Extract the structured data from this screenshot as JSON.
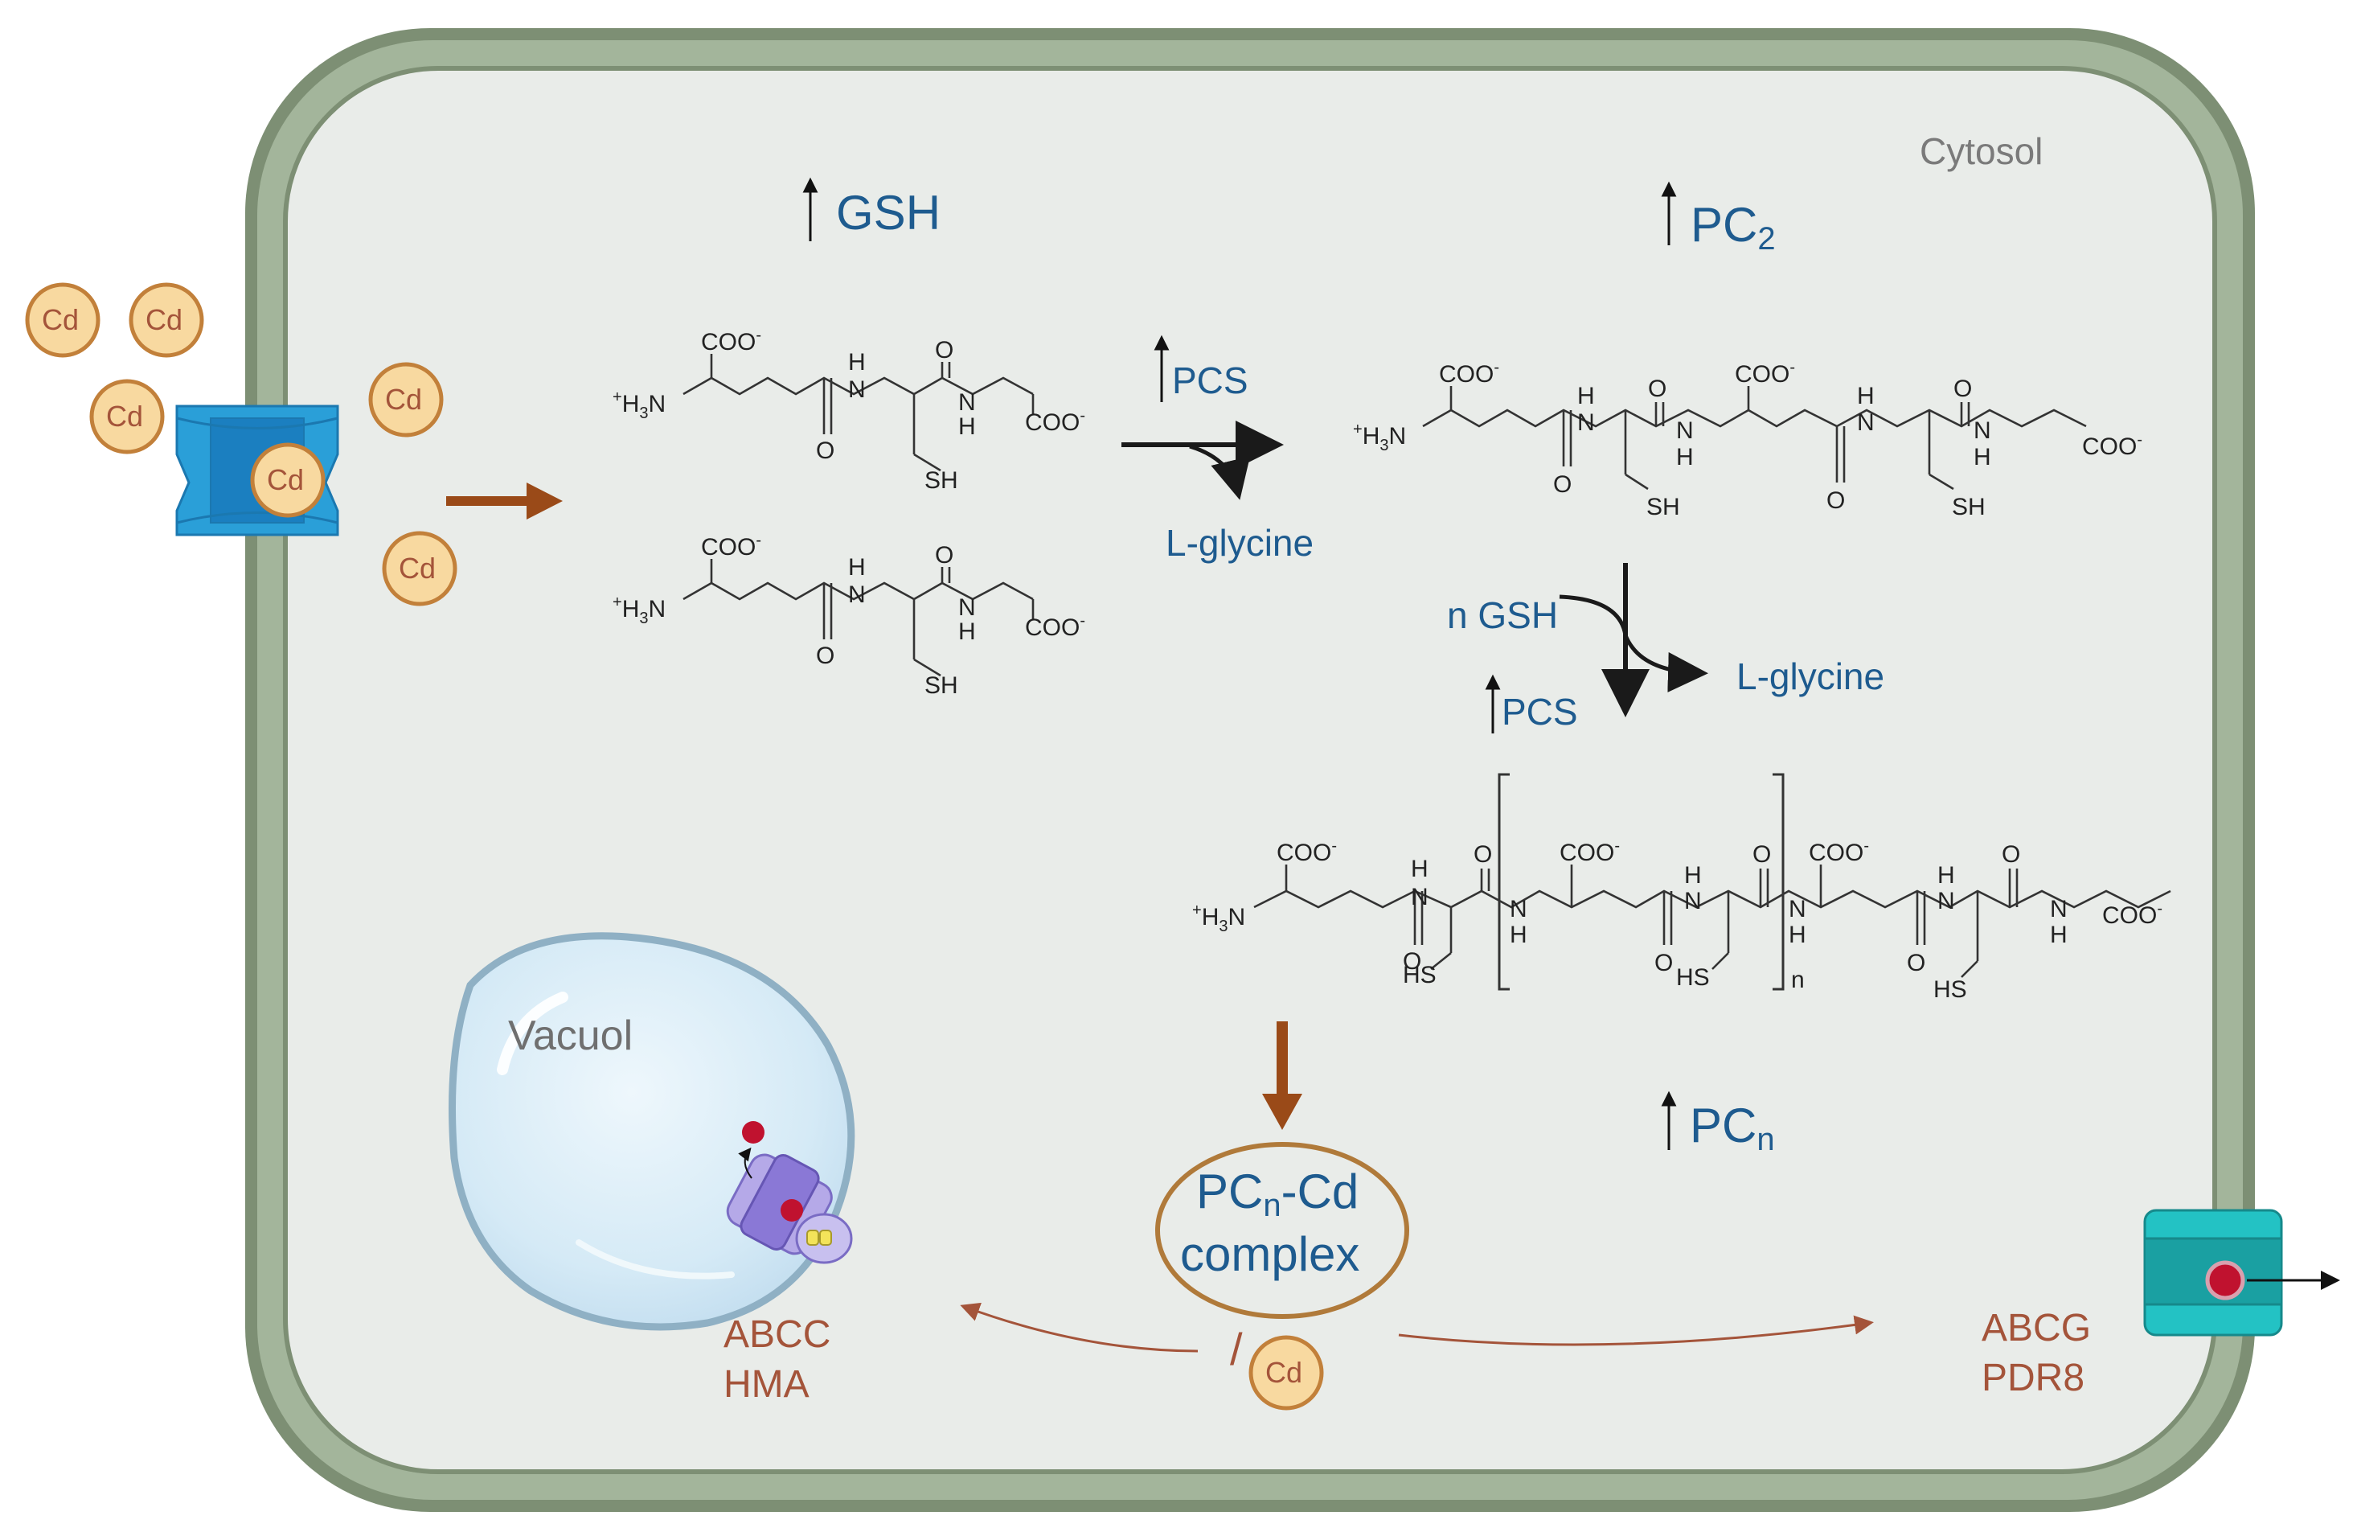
{
  "labels": {
    "cytosol": "Cytosol",
    "gsh": "GSH",
    "pc2_base": "PC",
    "pc2_sub": "2",
    "pcn_base": "PC",
    "pcn_sub": "n",
    "pcs_top": "PCS",
    "pcs_mid": "PCS",
    "lglycine_top": "L-glycine",
    "lglycine_mid": "L-glycine",
    "n_gsh": "n GSH",
    "vacuol": "Vacuol",
    "abcc": "ABCC",
    "hma": "HMA",
    "abcg": "ABCG",
    "pdr8": "PDR8",
    "complex_pc": "PC",
    "complex_sub": "n",
    "complex_cd": "-Cd",
    "complex_line2": "complex",
    "slash": "/"
  },
  "cd_ion": "Cd",
  "chem": {
    "coo": "COO",
    "minus": "-",
    "h3n_plus": "+",
    "h3n": "H",
    "h3n_sub": "3",
    "h3n_n": "N",
    "nh_h": "H",
    "nh_n": "N",
    "o": "O",
    "sh": "SH",
    "hs": "HS",
    "repeat_n": "n"
  },
  "colors": {
    "cell_wall": "#7d8f74",
    "membrane": "#a3b59b",
    "cytosol_fill": "#e9ece9",
    "text_blue": "#1e5b8f",
    "text_rust": "#a4543a",
    "cd_fill": "#f8d9a0",
    "cd_stroke": "#c2803a",
    "brown_arrow": "#9a4a18",
    "transporter_blue": "#2a9fd8",
    "transporter_teal": "#23c2c4",
    "vacuole_fill": "#d9ecf6",
    "vacuole_stroke": "#8fb0c4",
    "vacuole_pump": "#9a8ad8",
    "red_ion": "#c0122f"
  }
}
